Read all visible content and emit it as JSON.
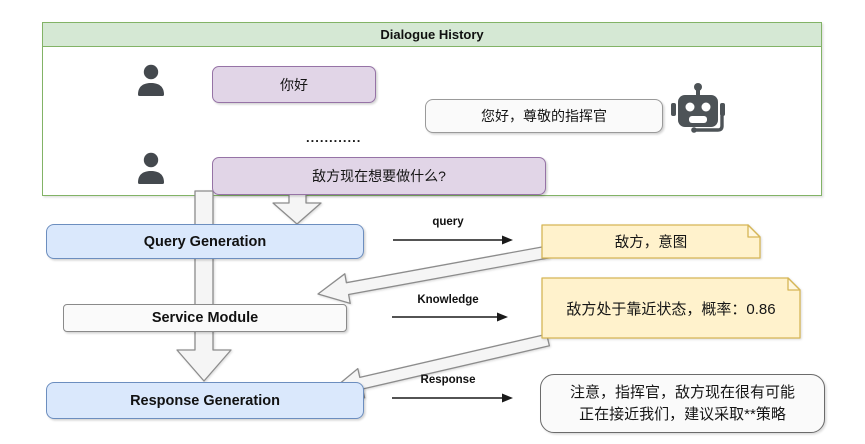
{
  "title": {
    "text": "Dialogue History"
  },
  "chat": {
    "user_message_1": "你好",
    "bot_message_1": "您好，尊敬的指挥官",
    "ellipsis": "............",
    "user_message_2": "敌方现在想要做什么?"
  },
  "modules": {
    "query_generation": "Query Generation",
    "service_module": "Service Module",
    "response_generation": "Response Generation"
  },
  "flow": {
    "query_label": "query",
    "knowledge_label": "Knowledge",
    "response_label": "Response"
  },
  "notes": {
    "query_output": "敌方，意图",
    "knowledge_output": "敌方处于靠近状态，概率：0.86"
  },
  "final_response": {
    "line1": "注意，指挥官，敌方现在很有可能",
    "line2": "正在接近我们，建议采取**策略"
  },
  "icons": {
    "user": "person-icon",
    "bot": "robot-icon"
  },
  "colors": {
    "header_fill": "#d5e8d4",
    "header_border": "#82b366",
    "user_bubble_fill": "#e1d5e7",
    "user_bubble_border": "#9673a6",
    "module_fill": "#dae8fc",
    "module_border": "#6c8ebf",
    "note_fill": "#fff2cc",
    "note_border": "#d6b656",
    "neutral_fill": "#f5f5f5",
    "neutral_border": "#8c8c8c",
    "icon_color": "#4d5357"
  }
}
